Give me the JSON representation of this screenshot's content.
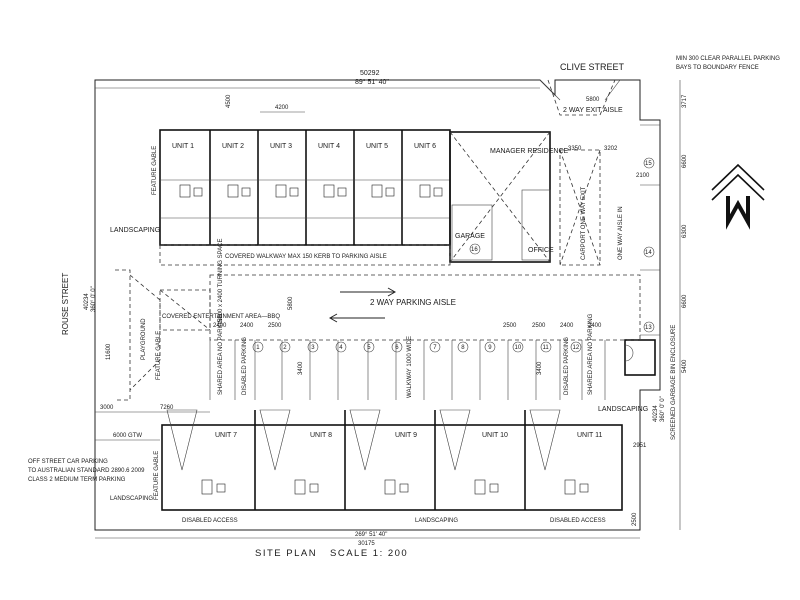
{
  "streets": {
    "north": "CLIVE STREET",
    "west": "ROUSE STREET"
  },
  "title": {
    "name": "SITE  PLAN",
    "scale": "SCALE   1: 200"
  },
  "boundary": {
    "top_length": "50292",
    "top_bearing": "89° 51' 40\"",
    "bottom_length": "30175",
    "bottom_bearing": "269° 51' 40\"",
    "left_length": "40234",
    "left_bearing": "360° 0' 0\"",
    "right_length": "40234",
    "right_bearing": "360° 0' 0\""
  },
  "north_block": {
    "units": [
      "UNIT 1",
      "UNIT 2",
      "UNIT 3",
      "UNIT 4",
      "UNIT 5",
      "UNIT 6"
    ],
    "manager": "MANAGER RESIDENCE",
    "garage": "GARAGE",
    "office": "OFFICE",
    "garage_tag": "16",
    "walkway": "COVERED WALKWAY MAX 150 KERB TO PARKING AISLE",
    "feature_gable": "FEATURE GABLE",
    "carport": "CARPORT ONE WAY EXIT"
  },
  "south_block": {
    "units": [
      "UNIT 7",
      "UNIT 8",
      "UNIT 9",
      "UNIT 10",
      "UNIT 11"
    ],
    "feature_gable": "FEATURE GABLE",
    "disabled_access_left": "DISABLED ACCESS",
    "disabled_access_right": "DISABLED ACCESS",
    "landscaping": "LANDSCAPING"
  },
  "parking": {
    "aisle": "2 WAY PARKING AISLE",
    "spaces": [
      "1",
      "2",
      "3",
      "4",
      "5",
      "6",
      "7",
      "8",
      "9",
      "10",
      "11",
      "12",
      "13",
      "14",
      "15"
    ],
    "shared_left": "SHARED AREA NO PARKING",
    "disabled_left": "DISABLED PARKING",
    "shared_right": "SHARED AREA NO PARKING",
    "disabled_right": "DISABLED PARKING",
    "walkway_wide": "WALKWAY 1000 WIDE",
    "exit_aisle": "2 WAY EXIT AISLE",
    "one_way": "ONE WAY AISLE IN",
    "turning": "5800 x 2400 TURNING SPACE"
  },
  "areas": {
    "landscaping_west": "LANDSCAPING",
    "landscaping_sw": "LANDSCAPING",
    "landscaping_east": "LANDSCAPING",
    "covered_entertainment": "COVERED ENTERTAINMENT AREA—BBQ",
    "playground": "PLAYGROUND",
    "feature_gable_mid": "FEATURE GABLE",
    "garbage": "SCREENED GARBAGE BIN ENCLOSURE"
  },
  "notes": {
    "parallel_parking": [
      "MIN 300 CLEAR PARALLEL PARKING",
      "BAYS TO BOUNDARY FENCE"
    ],
    "off_street": [
      "OFF STREET CAR PARKING",
      "TO AUSTRALIAN STANDARD 2890.6 2009",
      "CLASS 2 MEDIUM TERM PARKING"
    ]
  },
  "dimensions": {
    "d4500": "4500",
    "d4200": "4200",
    "d5800": "5800",
    "d3350": "3350",
    "d3202": "3202",
    "d3717": "3717",
    "d6600_a": "6600",
    "d2100": "2100",
    "d6300": "6300",
    "d6600_b": "6600",
    "d5400": "5400",
    "d5800_v": "5800",
    "d11600": "11600",
    "d3000": "3000",
    "d7260": "7260",
    "d6000": "6000 GTW",
    "d2951": "2951",
    "d2500": "2500",
    "d3400_a": "3400",
    "d3400_b": "3400",
    "row_left": [
      "2400",
      "2400",
      "2500"
    ],
    "row_right": [
      "2500",
      "2500",
      "2400",
      "2400"
    ]
  }
}
